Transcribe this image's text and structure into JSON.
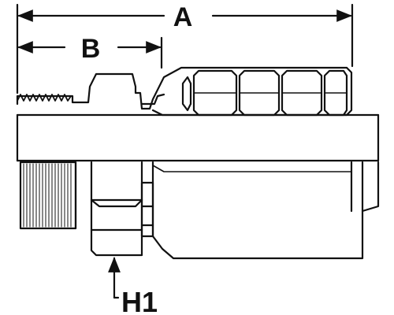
{
  "diagram": {
    "labels": {
      "a": "A",
      "b": "B",
      "h1": "H1"
    },
    "colors": {
      "ink": "#111111",
      "paper": "#ffffff"
    }
  }
}
